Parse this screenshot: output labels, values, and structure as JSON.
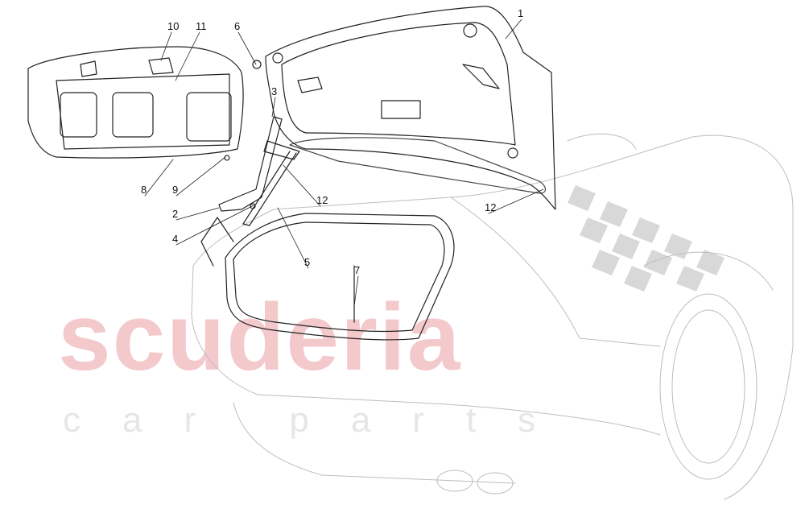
{
  "watermark": {
    "brand": "scuderia",
    "sub": "car parts"
  },
  "callouts": [
    "1",
    "2",
    "3",
    "4",
    "5",
    "6",
    "7",
    "8",
    "9",
    "10",
    "11",
    "12",
    "12"
  ],
  "colors": {
    "line": "#222222",
    "ghost": "#bdbdbd",
    "watermark_red": "#f3c9cc",
    "checker": "#d8d8d8"
  }
}
